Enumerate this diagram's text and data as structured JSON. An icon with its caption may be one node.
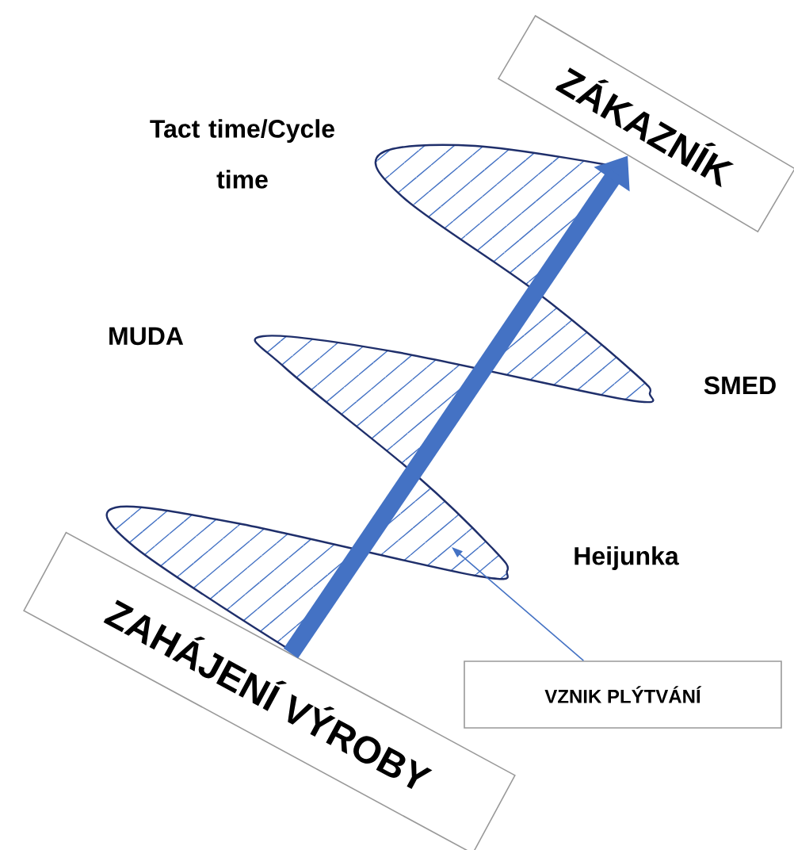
{
  "diagram": {
    "nodes": [
      {
        "text": [
          "ZAHÁJENÍ VÝROBY"
        ]
      },
      {
        "text": [
          "ZÁKAZNÍK"
        ]
      },
      {
        "text": [
          "VZNIK PLÝTVÁNÍ"
        ]
      }
    ],
    "edges": [
      {
        "from": 0,
        "to": 1,
        "arrow": "to",
        "style": "thick"
      },
      {
        "from": 2,
        "to": null,
        "arrow": "to"
      }
    ],
    "labels": [
      "Tact time/Cycle time",
      "MUDA",
      "SMED",
      "Heijunka"
    ]
  }
}
